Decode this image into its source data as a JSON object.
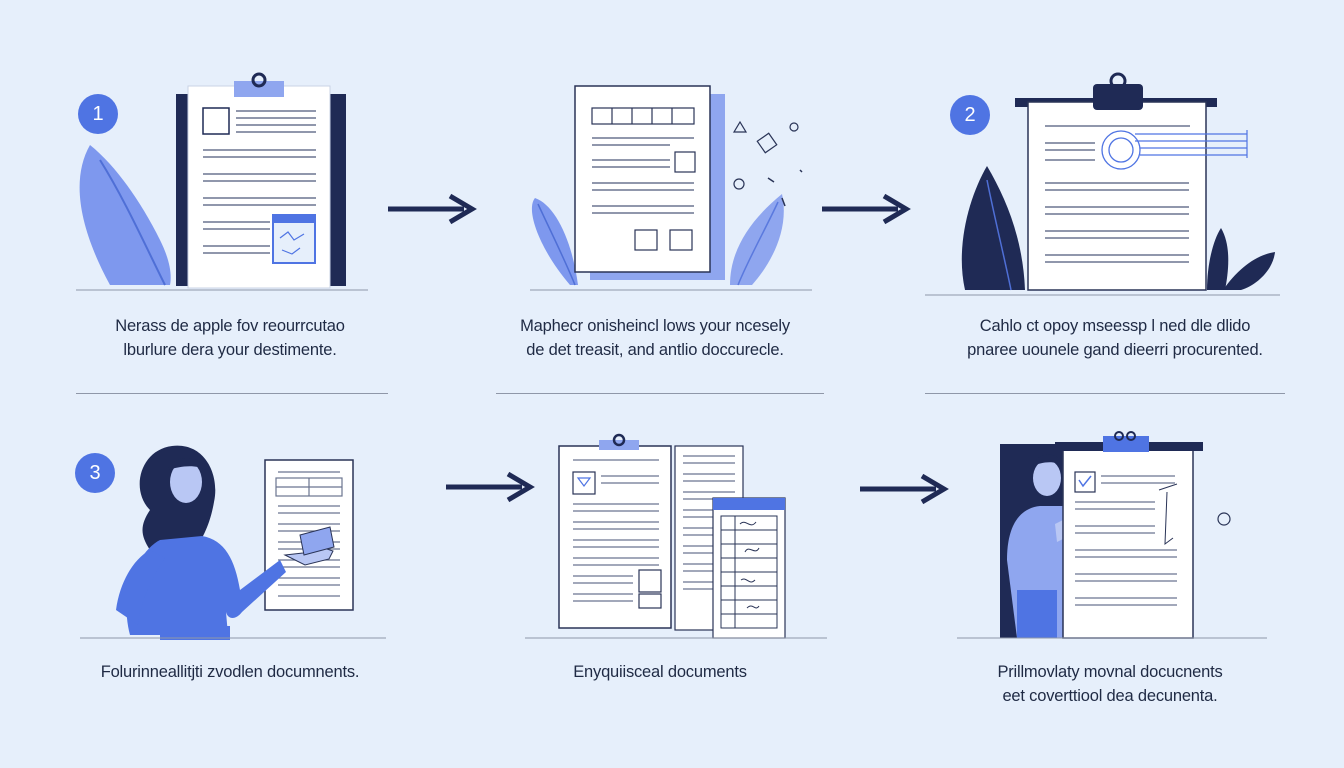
{
  "steps": [
    {
      "badge": "1",
      "caption_line1": "Nerass de apple fov reourrcutao",
      "caption_line2": "lburlure dera your destimente."
    },
    {
      "badge": "",
      "caption_line1": "Maphecr onisheincl lows your ncesely",
      "caption_line2": "de det treasit, and antlio doccurecle."
    },
    {
      "badge": "2",
      "caption_line1": "Cahlo ct opoy mseessp l ned dle dlido",
      "caption_line2": "pnaree uounele gand dieerri procurented."
    },
    {
      "badge": "3",
      "caption_line1": "Folurinneallitjti zvodlen documnents.",
      "caption_line2": ""
    },
    {
      "badge": "",
      "caption_line1": "Enyquiisceal documents",
      "caption_line2": ""
    },
    {
      "badge": "",
      "caption_line1": "Prillmovlaty movnal docucnents",
      "caption_line2": "eet coverttiool dea decunenta."
    }
  ],
  "colors": {
    "background": "#e6effb",
    "accent": "#4f74e3",
    "accent_light": "#8fa6ef",
    "navy": "#1f2a55",
    "paper": "#ffffff"
  }
}
